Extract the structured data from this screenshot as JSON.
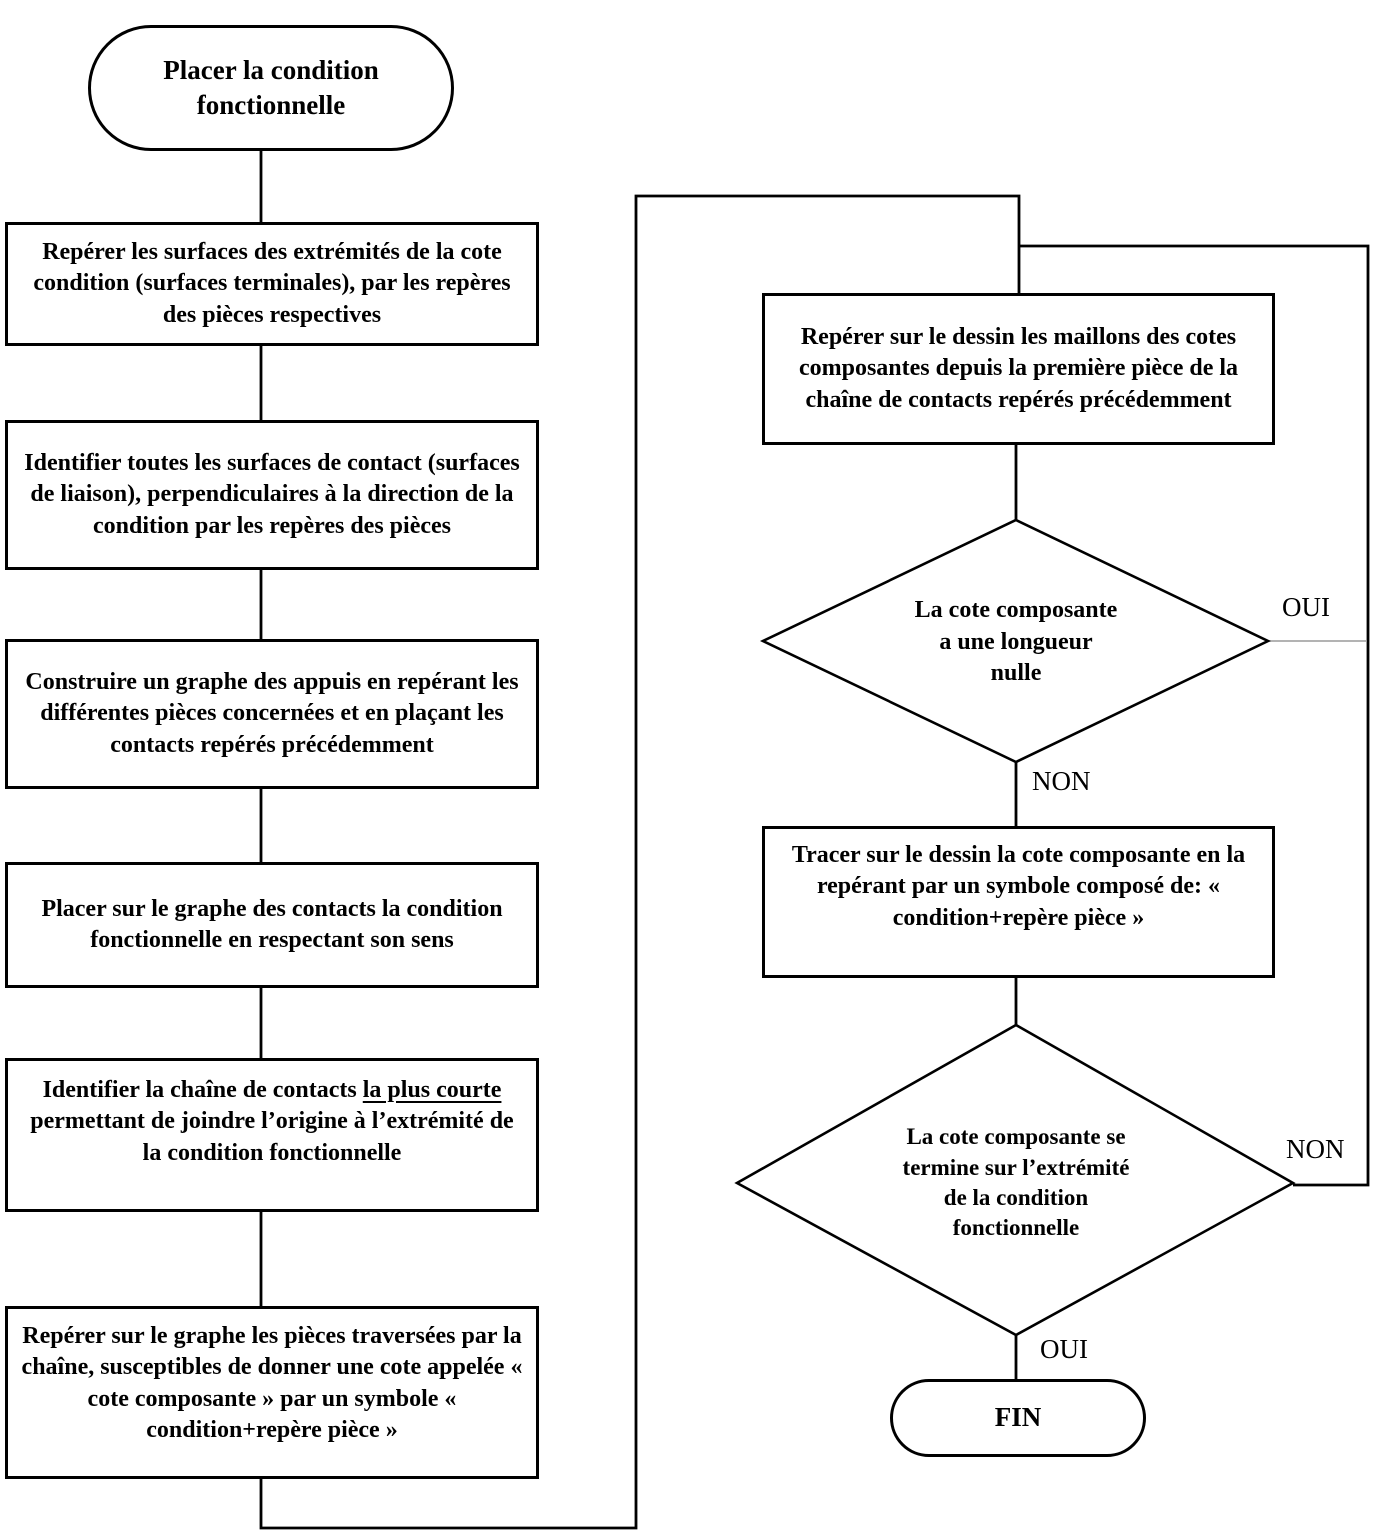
{
  "nodes": {
    "start": "Placer la condition fonctionnelle",
    "step1": "Repérer les surfaces des extrémités de la cote condition (surfaces terminales), par les repères des pièces respectives",
    "step2": "Identifier toutes les surfaces de contact (surfaces de liaison),  perpendiculaires à la direction de la condition par les repères des pièces",
    "step3": "Construire un graphe des appuis en repérant les différentes pièces concernées et en plaçant les contacts repérés précédemment",
    "step4": "Placer sur le graphe des contacts la condition fonctionnelle en respectant son sens",
    "step5_prefix": "Identifier la chaîne de contacts ",
    "step5_underlined": "la plus courte ",
    "step5_suffix": "permettant de joindre l’origine à l’extrémité de la condition fonctionnelle",
    "step6": "Repérer sur le graphe les pièces traversées par la chaîne, susceptibles de donner une cote appelée « cote composante » par un symbole « condition+repère pièce »",
    "right_step1": "Repérer sur le dessin les maillons des cotes composantes depuis la première pièce de la chaîne de contacts repérés précédemment",
    "decision1_lines": [
      "La cote composante",
      "a une longueur",
      "nulle"
    ],
    "tracer": "Tracer sur le dessin la cote composante en la repérant par un symbole composé de: « condition+repère pièce »",
    "decision2_lines": [
      "La cote composante se",
      "termine sur l’extrémité",
      "de la condition",
      "fonctionnelle"
    ],
    "fin": "FIN"
  },
  "labels": {
    "decision1_yes": "OUI",
    "decision1_no": "NON",
    "decision2_no": "NON",
    "decision2_yes": "OUI"
  },
  "colors": {
    "stroke": "#000000",
    "background": "#ffffff",
    "text": "#000000",
    "thin_line": "#9a9a9a"
  }
}
